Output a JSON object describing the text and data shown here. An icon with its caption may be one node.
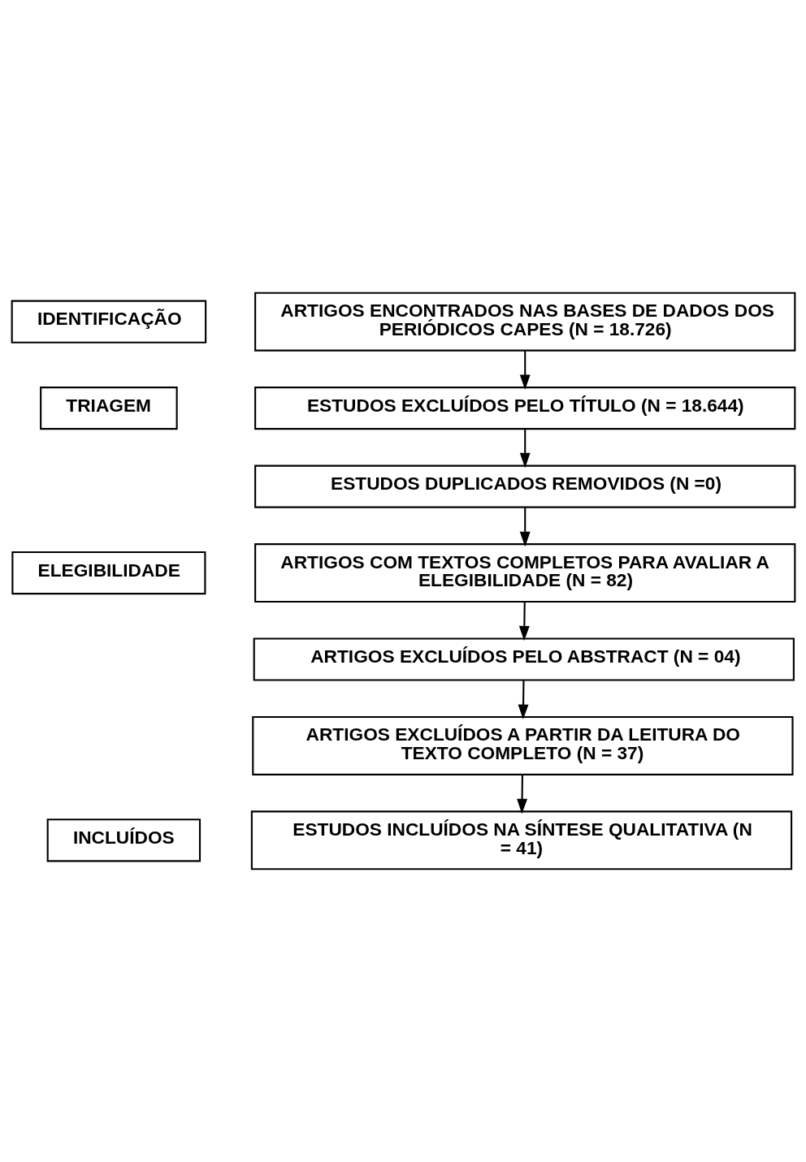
{
  "diagram": {
    "nodes": [
      {
        "text": [
          "IDENTIFICAÇÃO"
        ]
      },
      {
        "text": [
          "ARTIGOS ENCONTRADOS NAS BASES DE DADOS DOS PERIÓDICOS CAPES (N = 18.726)"
        ]
      },
      {
        "text": [
          "TRIAGEM"
        ]
      },
      {
        "text": [
          "ESTUDOS EXCLUÍDOS PELO TÍTULO (N = 18.644)"
        ]
      },
      {
        "text": [
          "ESTUDOS DUPLICADOS REMOVIDOS (N =0)"
        ]
      },
      {
        "text": [
          "ELEGIBILIDADE"
        ]
      },
      {
        "text": [
          "ARTIGOS COM TEXTOS COMPLETOS PARA AVALIAR A ELEGIBILIDADE (N = 82)"
        ]
      },
      {
        "text": [
          "ARTIGOS EXCLUÍDOS PELO ABSTRACT (N = 04)"
        ]
      },
      {
        "text": [
          "ARTIGOS EXCLUÍDOS A PARTIR DA LEITURA DO TEXTO COMPLETO (N = 37)"
        ]
      },
      {
        "text": [
          "INCLUÍDOS"
        ]
      },
      {
        "text": [
          "ESTUDOS INCLUÍDOS NA SÍNTESE QUALITATIVA (N = 41)"
        ]
      }
    ],
    "edges": [
      {
        "from": 1,
        "to": 3,
        "arrow": "to"
      },
      {
        "from": 3,
        "to": 4,
        "arrow": "to"
      },
      {
        "from": 4,
        "to": 6,
        "arrow": "to"
      },
      {
        "from": 6,
        "to": 7,
        "arrow": "to"
      },
      {
        "from": 7,
        "to": 8,
        "arrow": "to"
      },
      {
        "from": 8,
        "to": 10,
        "arrow": "to"
      }
    ]
  }
}
